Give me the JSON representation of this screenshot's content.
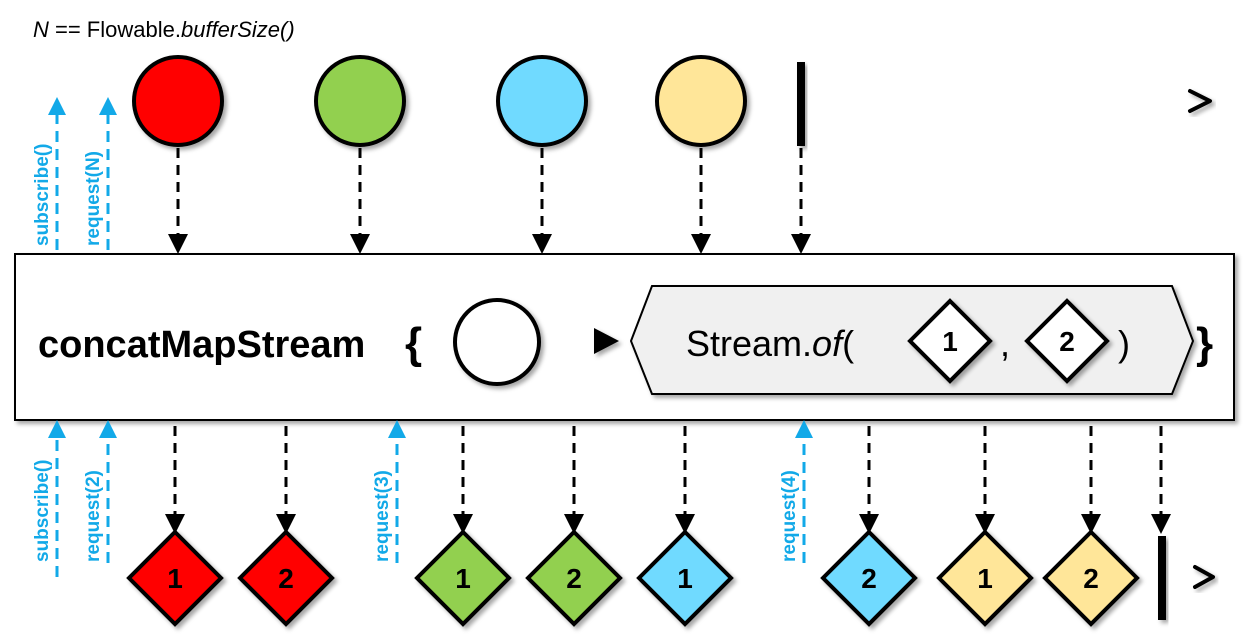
{
  "title": {
    "prefix_italic": "N",
    "middle": " == Flowable.",
    "suffix_italic": "bufferSize()"
  },
  "colors": {
    "red": "#ff0000",
    "green": "#92d050",
    "blue": "#6fdaff",
    "yellow": "#ffe699",
    "request": "#12a9e8",
    "stream_box": "#f0f0f0",
    "line": "#000000"
  },
  "upstream": {
    "items": [
      {
        "color": "red"
      },
      {
        "color": "green"
      },
      {
        "color": "blue"
      },
      {
        "color": "yellow"
      }
    ],
    "completes": true,
    "requests": [
      {
        "label": "subscribe()"
      },
      {
        "label": "request(N)"
      }
    ]
  },
  "operator": {
    "name": "concatMapStream",
    "open_brace": "{",
    "close_brace": "}",
    "mapping_prefix": "Stream.",
    "mapping_method_italic": "of",
    "open_paren": "(",
    "comma": ",",
    "close_paren": ")",
    "values": [
      "1",
      "2"
    ]
  },
  "downstream": {
    "items": [
      {
        "color": "red",
        "value": "1"
      },
      {
        "color": "red",
        "value": "2"
      },
      {
        "color": "green",
        "value": "1"
      },
      {
        "color": "green",
        "value": "2"
      },
      {
        "color": "blue",
        "value": "1"
      },
      {
        "color": "blue",
        "value": "2"
      },
      {
        "color": "yellow",
        "value": "1"
      },
      {
        "color": "yellow",
        "value": "2"
      }
    ],
    "completes": true,
    "requests": [
      {
        "label": "subscribe()"
      },
      {
        "label": "request(2)"
      },
      {
        "label": "request(3)"
      },
      {
        "label": "request(4)"
      }
    ]
  }
}
